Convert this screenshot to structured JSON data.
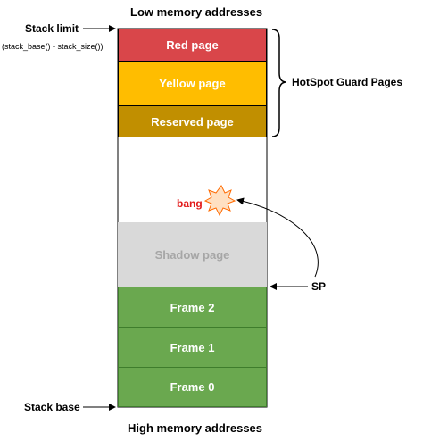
{
  "labels": {
    "top": "Low memory addresses",
    "bottom": "High memory addresses",
    "stack_limit": "Stack limit",
    "stack_limit_formula": "(stack_base() - stack_size())",
    "stack_base": "Stack base",
    "guard_pages": "HotSpot Guard Pages",
    "sp": "SP",
    "bang": "bang"
  },
  "blocks": {
    "red": "Red page",
    "yellow": "Yellow page",
    "reserved": "Reserved page",
    "shadow": "Shadow page",
    "frame2": "Frame 2",
    "frame1": "Frame 1",
    "frame0": "Frame 0"
  },
  "colors": {
    "red": "#d9464a",
    "yellow": "#ffbd00",
    "reserved": "#c18f00",
    "shadow": "#d9d9d9",
    "shadow_text": "#a6a6a6",
    "frame": "#6aa84f",
    "frame_border": "#3e7d2c",
    "bang": "#e21b1b",
    "star_fill": "#ffe0c2",
    "star_stroke": "#ff6a00"
  }
}
